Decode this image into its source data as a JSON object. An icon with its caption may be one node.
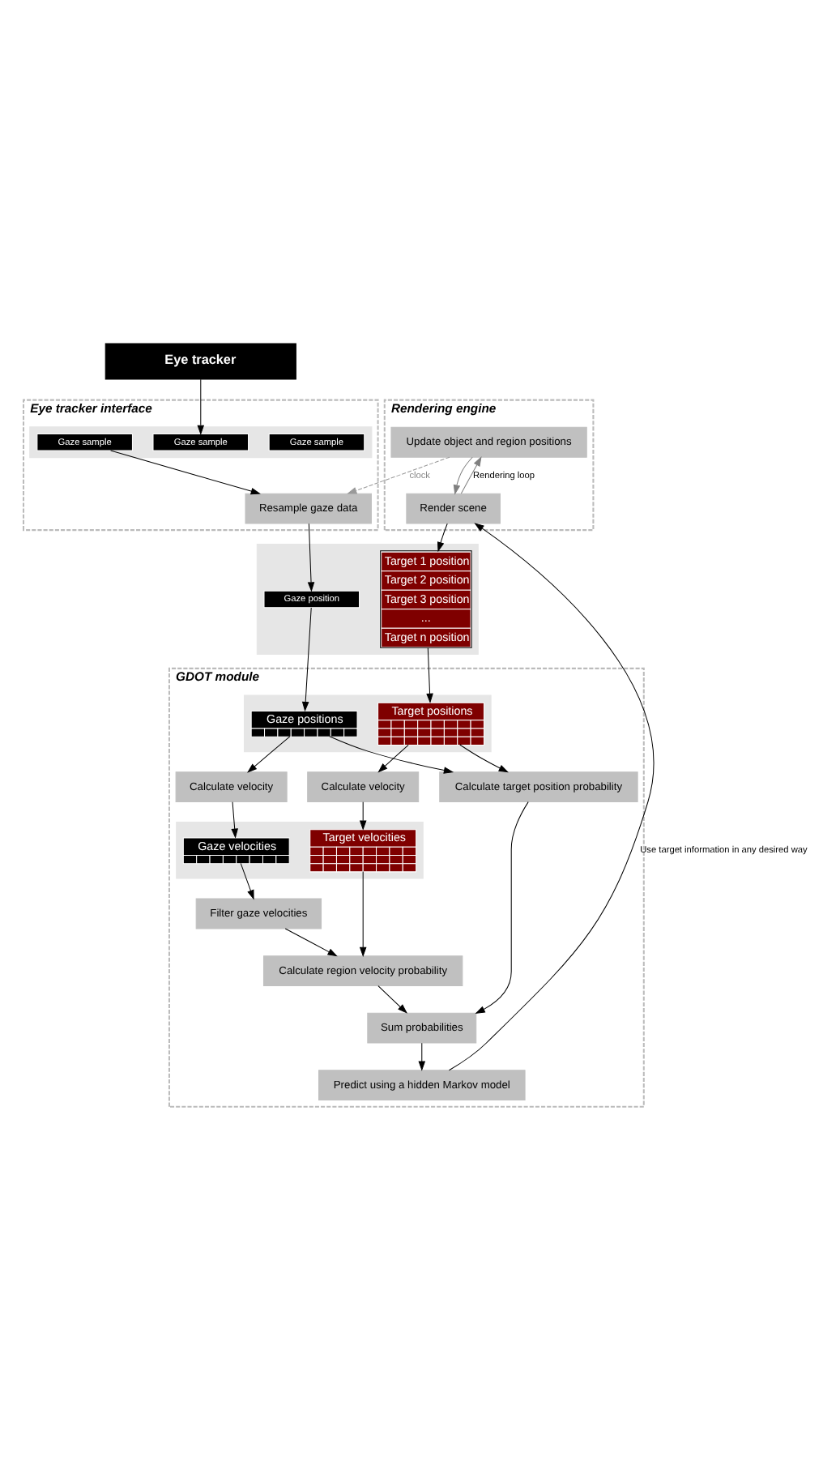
{
  "diagram": {
    "nodes": [
      {
        "text": [
          "Eye tracker"
        ]
      },
      {
        "text": [
          "Eye tracker interface"
        ]
      },
      {
        "text": [],
        "shape": "box",
        "in": 1
      },
      {
        "text": [
          "Gaze sample"
        ],
        "in": 2
      },
      {
        "text": [
          "Gaze sample"
        ],
        "in": 2
      },
      {
        "text": [
          "Gaze sample"
        ],
        "in": 2
      },
      {
        "text": [
          "Resample gaze data"
        ],
        "in": 1
      },
      {
        "text": [
          "Rendering engine"
        ]
      },
      {
        "text": [
          "Update object and region positions"
        ],
        "in": 7
      },
      {
        "text": [
          "Render scene"
        ],
        "in": 7
      },
      {
        "text": [],
        "shape": "box"
      },
      {
        "text": [
          "Gaze position"
        ],
        "in": 10
      },
      {
        "text": [
          "Target 1 position",
          "Target 2 position",
          "Target 3 position",
          "...",
          "Target n position"
        ],
        "in": 10
      },
      {
        "text": [
          "GDOT module"
        ]
      },
      {
        "text": [],
        "shape": "box",
        "in": 13
      },
      {
        "text": [
          "Gaze velocities"
        ],
        "in": 14
      },
      {
        "text": [
          "Target velocities"
        ],
        "in": 14
      },
      {
        "text": [
          "Calculate velocity"
        ],
        "in": 13
      },
      {
        "text": [
          "Calculate velocity"
        ],
        "in": 13
      },
      {
        "text": [],
        "shape": "box",
        "in": 13
      },
      {
        "text": [
          "Gaze positions"
        ],
        "in": 19
      },
      {
        "text": [
          "Target positions"
        ],
        "in": 19
      },
      {
        "text": [
          "Filter gaze velocities"
        ],
        "in": 13
      },
      {
        "text": [
          "Calculate region velocity probability"
        ],
        "in": 13
      },
      {
        "text": [
          "Calculate target position probability"
        ],
        "in": 13
      },
      {
        "text": [
          "Sum probabilities"
        ],
        "in": 13
      },
      {
        "text": [
          "Predict using a hidden Markov model"
        ],
        "in": 13
      }
    ],
    "edges": [
      {
        "from": 0,
        "to": 4,
        "arrow": "to"
      },
      {
        "from": 5,
        "to": 6,
        "arrow": "to"
      },
      {
        "from": 6,
        "to": 11,
        "arrow": "to"
      },
      {
        "from": 8,
        "to": 6,
        "arrow": "to",
        "label": "clock",
        "style": "dashed",
        "color": "#999999"
      },
      {
        "from": 8,
        "to": 9,
        "arrow": "to",
        "color": "#808080"
      },
      {
        "from": 9,
        "to": 8,
        "arrow": "to",
        "label": "Rendering loop",
        "color": "#808080"
      },
      {
        "from": 9,
        "to": 12,
        "arrow": "to"
      },
      {
        "from": 11,
        "to": 20,
        "arrow": "to"
      },
      {
        "from": 12,
        "to": 21,
        "arrow": "to"
      },
      {
        "from": 20,
        "to": 17,
        "arrow": "to"
      },
      {
        "from": 17,
        "to": 15,
        "arrow": "to"
      },
      {
        "from": 21,
        "to": 18,
        "arrow": "to"
      },
      {
        "from": 18,
        "to": 16,
        "arrow": "to"
      },
      {
        "from": 20,
        "to": 24,
        "arrow": "to"
      },
      {
        "from": 21,
        "to": 24,
        "arrow": "to"
      },
      {
        "from": 16,
        "to": 23,
        "arrow": "to"
      },
      {
        "from": 15,
        "to": 22,
        "arrow": "to"
      },
      {
        "from": 22,
        "to": 23,
        "arrow": "to"
      },
      {
        "from": 23,
        "to": 25,
        "arrow": "to"
      },
      {
        "from": 24,
        "to": 25,
        "arrow": "to"
      },
      {
        "from": 25,
        "to": 26,
        "arrow": "to"
      },
      {
        "from": 26,
        "to": 9,
        "arrow": "to",
        "label": "Use target information in any desired way"
      }
    ]
  }
}
